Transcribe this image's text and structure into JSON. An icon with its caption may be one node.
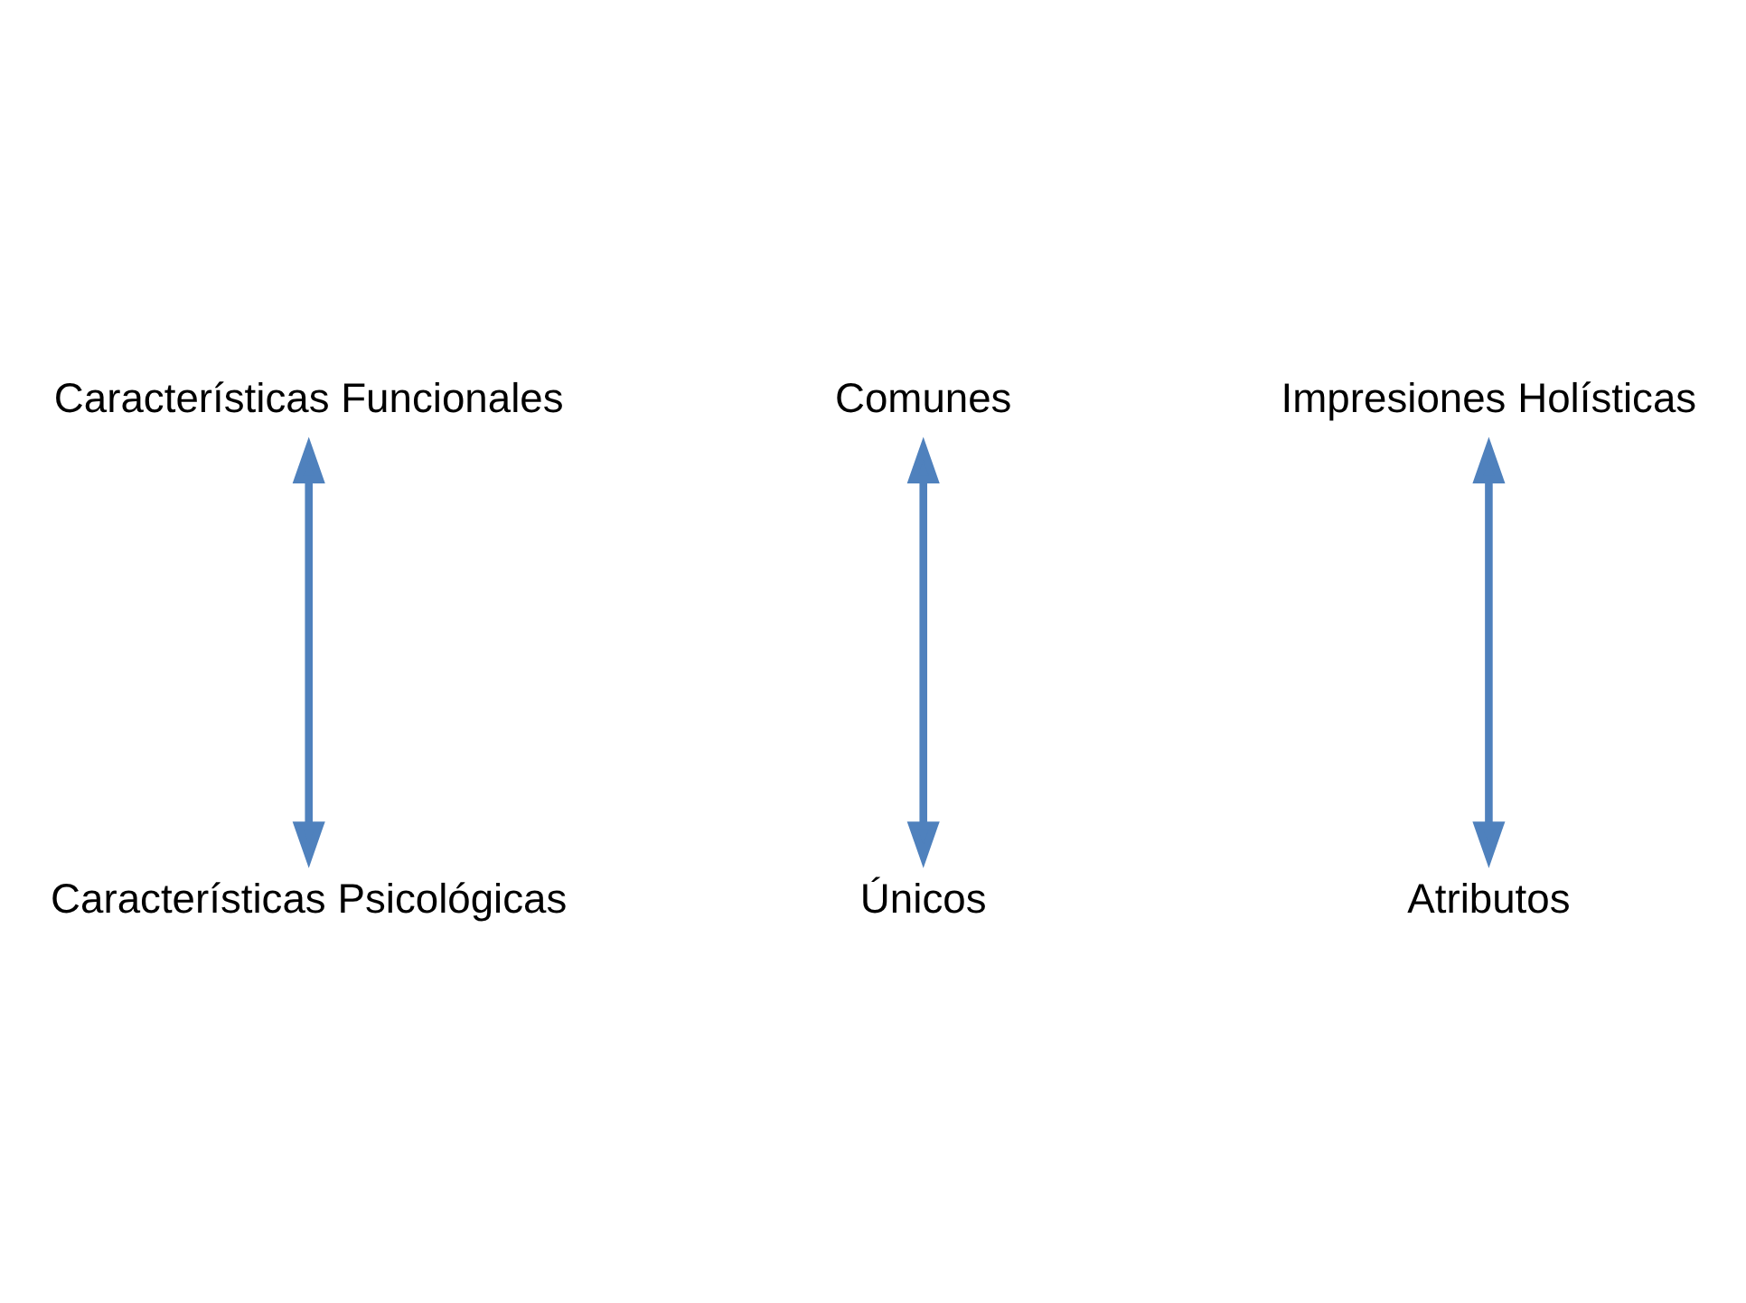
{
  "diagram": {
    "nodes": [
      {
        "text": [
          "Características Funcionales"
        ]
      },
      {
        "text": [
          "Comunes"
        ]
      },
      {
        "text": [
          "Impresiones Holísticas"
        ]
      },
      {
        "text": [
          "Atributos"
        ]
      },
      {
        "text": [
          "Únicos"
        ]
      },
      {
        "text": [
          "Características Psicológicas"
        ]
      }
    ],
    "edges": [
      {
        "from": 0,
        "to": 5,
        "arrow": "both"
      },
      {
        "from": 1,
        "to": 4,
        "arrow": "both"
      },
      {
        "from": 2,
        "to": 3,
        "arrow": "both"
      }
    ]
  }
}
